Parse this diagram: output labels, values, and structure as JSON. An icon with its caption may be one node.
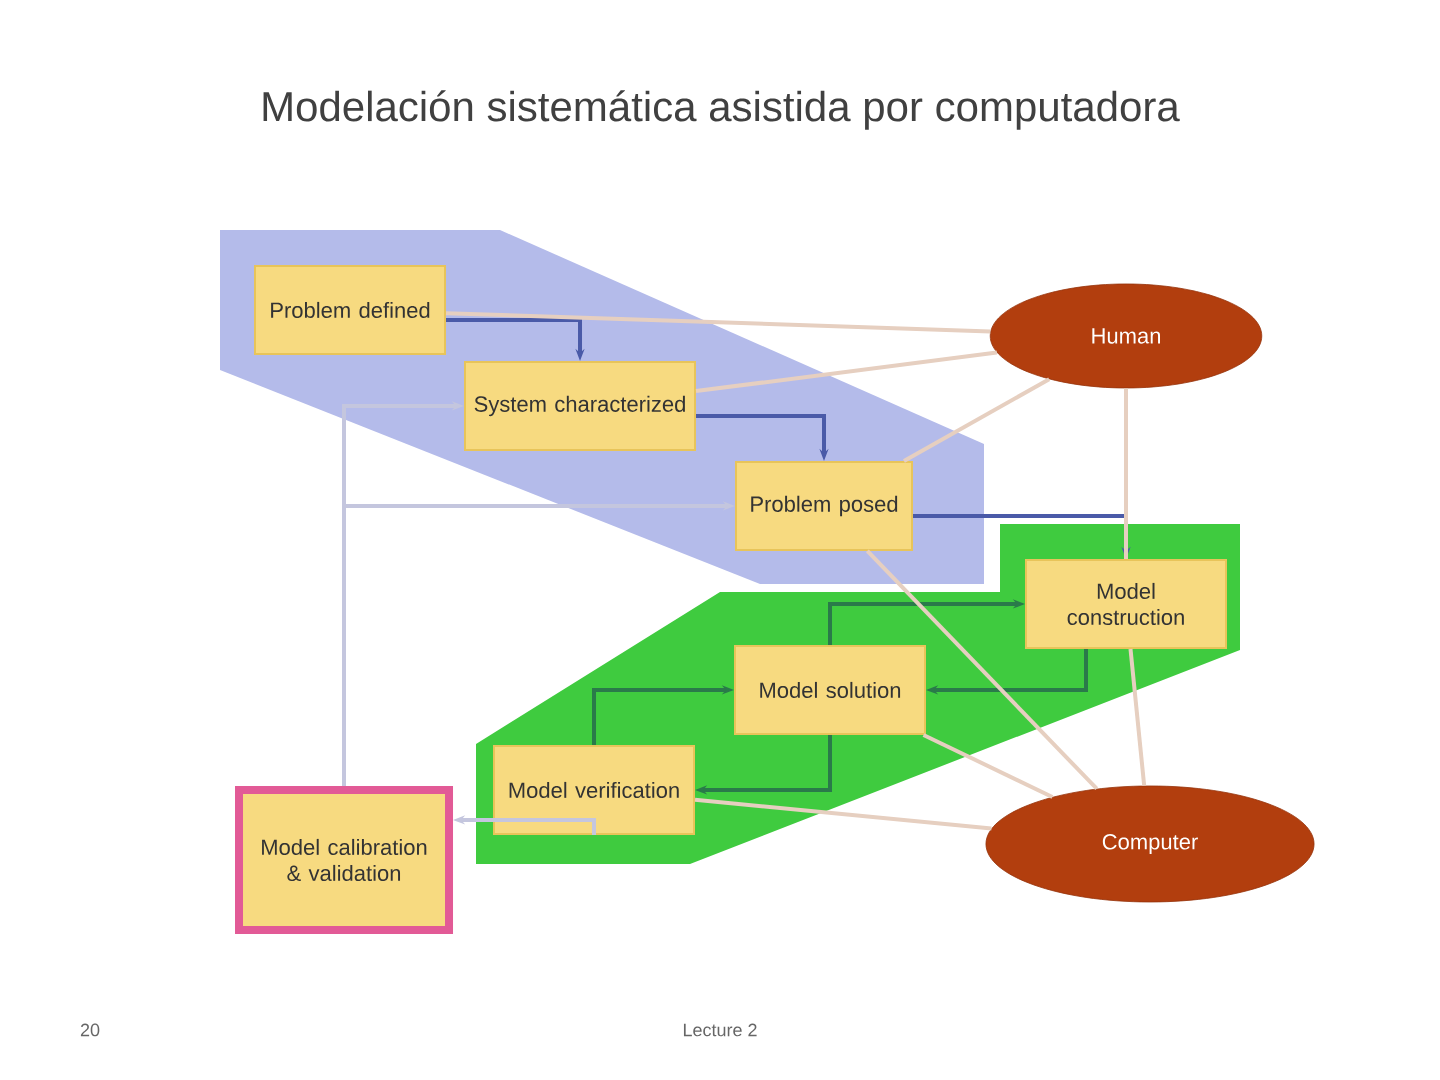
{
  "diagram": {
    "title": "Modelación sistemática asistida por computadora",
    "nodes": [
      {
        "text": [],
        "shape": "polygon"
      },
      {
        "text": [
          "Problem defined"
        ],
        "in": 0
      },
      {
        "text": [
          "System characterized"
        ],
        "in": 0
      },
      {
        "text": [
          "Problem posed"
        ],
        "in": 0
      },
      {
        "text": [],
        "shape": "polygon"
      },
      {
        "text": [
          "Model construction"
        ],
        "in": 4
      },
      {
        "text": [
          "Model solution"
        ],
        "in": 4
      },
      {
        "text": [
          "Model verification"
        ],
        "in": 4
      },
      {
        "text": [
          "Model calibration & validation"
        ]
      },
      {
        "text": [
          "Human"
        ]
      },
      {
        "text": [
          "Computer"
        ]
      }
    ],
    "edges": [
      {
        "from": 1,
        "to": 2,
        "arrow": "to",
        "color": "#4a5aa8"
      },
      {
        "from": 2,
        "to": 3,
        "arrow": "to",
        "color": "#4a5aa8"
      },
      {
        "from": 8,
        "to": 2,
        "arrow": "to",
        "color": "#c4c6de"
      },
      {
        "from": 8,
        "to": 3,
        "arrow": "to",
        "color": "#c4c6de"
      },
      {
        "from": 3,
        "to": 5,
        "arrow": "to",
        "color": "#4a5aa8"
      },
      {
        "from": 5,
        "to": 6,
        "arrow": "to",
        "color": "#2a7a4a"
      },
      {
        "from": 6,
        "to": 5,
        "arrow": "to",
        "color": "#2a7a4a"
      },
      {
        "from": 6,
        "to": 7,
        "arrow": "to",
        "color": "#2a7a4a"
      },
      {
        "from": 7,
        "to": 6,
        "arrow": "to",
        "color": "#2a7a4a"
      },
      {
        "from": 7,
        "to": 8,
        "arrow": "to",
        "color": "#c4c6de"
      },
      {
        "from": 9,
        "to": 1,
        "arrow": "none"
      },
      {
        "from": 9,
        "to": 2,
        "arrow": "none"
      },
      {
        "from": 9,
        "to": 3,
        "arrow": "none"
      },
      {
        "from": 9,
        "to": 5,
        "arrow": "none"
      },
      {
        "from": 10,
        "to": 3,
        "arrow": "none"
      },
      {
        "from": 10,
        "to": 5,
        "arrow": "none"
      },
      {
        "from": 10,
        "to": 6,
        "arrow": "none"
      },
      {
        "from": 10,
        "to": 7,
        "arrow": "none"
      }
    ],
    "labels": [
      "20",
      "Lecture 2"
    ]
  }
}
